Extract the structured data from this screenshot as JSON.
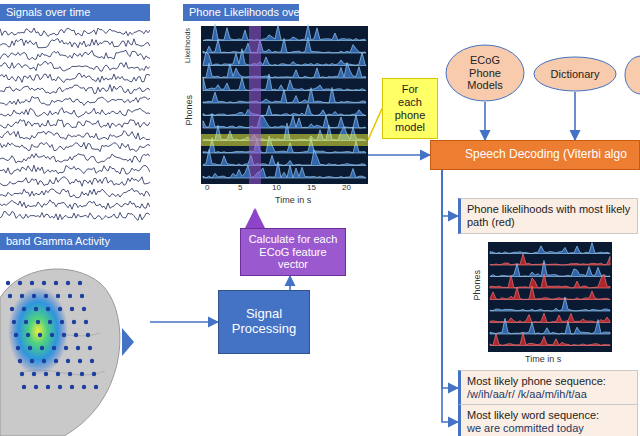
{
  "diagram": {
    "nodes": [
      {
        "text": [
          "Signals over time"
        ]
      },
      {
        "text": [
          "band Gamma Activity"
        ]
      },
      {
        "text": [
          "Phone Likelihoods over time"
        ]
      },
      {
        "text": [
          "For each phone model"
        ]
      },
      {
        "text": [
          "Calculate for each ECoG feature vector"
        ]
      },
      {
        "text": [
          "Signal Processing"
        ]
      },
      {
        "text": [
          "ECoG Phone Models"
        ]
      },
      {
        "text": [
          "Dictionary"
        ]
      },
      {
        "text": [
          "Speech Decoding (Viterbi algo"
        ]
      },
      {
        "text": [
          "Phone likelihoods with most likely path (red)"
        ]
      },
      {
        "text": [
          "Most likely phone sequence:",
          "/w/ih/aa/r/ /k/aa/m/ih/t/aa"
        ]
      },
      {
        "text": [
          "Most likely word sequence:",
          "we are committed today"
        ]
      }
    ],
    "edges": [
      {
        "from": 1,
        "to": 5,
        "arrow": "to"
      },
      {
        "from": 5,
        "to": 4,
        "arrow": "to"
      },
      {
        "from": 4,
        "to": 2,
        "arrow": "to"
      },
      {
        "from": 3,
        "to": 2,
        "arrow": "none"
      },
      {
        "from": 2,
        "to": 8,
        "arrow": "to"
      },
      {
        "from": 6,
        "to": 8,
        "arrow": "to"
      },
      {
        "from": 7,
        "to": 8,
        "arrow": "to"
      },
      {
        "from": 8,
        "to": 9,
        "arrow": "to"
      },
      {
        "from": 8,
        "to": 10,
        "arrow": "to"
      },
      {
        "from": 8,
        "to": 11,
        "arrow": "to"
      }
    ],
    "labels": [
      "Likelihoods",
      "Phones",
      "Time in s",
      "0",
      "5",
      "10",
      "15",
      "20",
      "Phones",
      "Time in s"
    ]
  }
}
